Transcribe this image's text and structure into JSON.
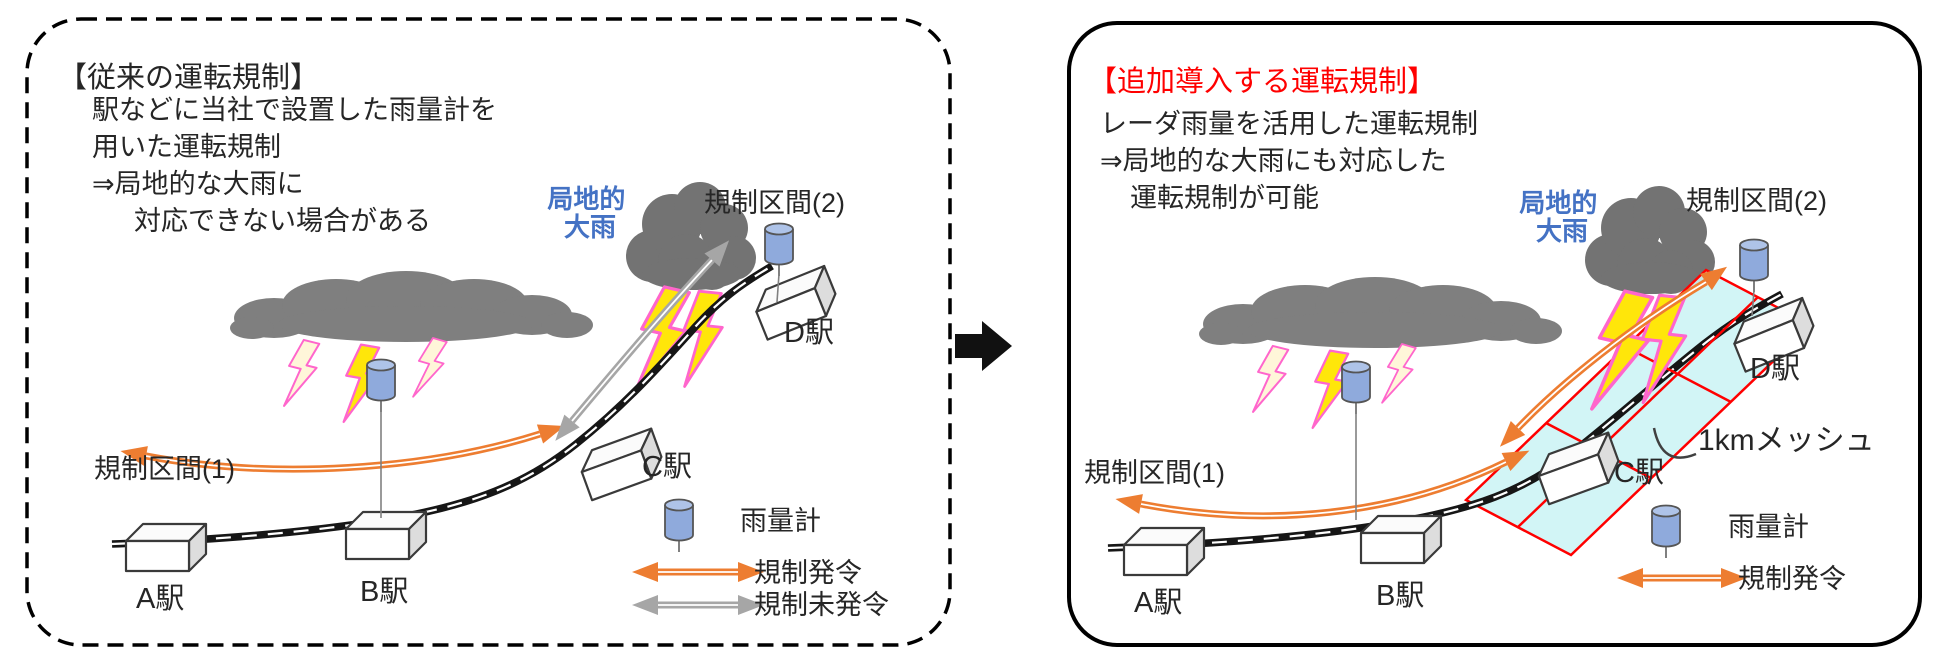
{
  "left_panel": {
    "title": "【従来の運転規制】",
    "description_lines": [
      "駅などに当社で設置した雨量計を",
      "用いた運転規制",
      "⇒局地的な大雨に",
      "対応できない場合がある"
    ],
    "labels": {
      "section1": "規制区間(1)",
      "section2": "規制区間(2)",
      "localized_rain": [
        "局地的",
        "大雨"
      ],
      "station_a": "A駅",
      "station_b": "B駅",
      "station_c": "C駅",
      "station_d": "D駅"
    },
    "legend": {
      "rain_gauge": "雨量計",
      "regulation_issued": "規制発令",
      "regulation_not_issued": "規制未発令"
    }
  },
  "right_panel": {
    "title": "【追加導入する運転規制】",
    "description_lines": [
      "レーダ雨量を活用した運転規制",
      "⇒局地的な大雨にも対応した",
      "運転規制が可能"
    ],
    "labels": {
      "section1": "規制区間(1)",
      "section2": "規制区間(2)",
      "localized_rain": [
        "局地的",
        "大雨"
      ],
      "mesh": "1kmメッシュ",
      "station_a": "A駅",
      "station_b": "B駅",
      "station_c": "C駅",
      "station_d": "D駅"
    },
    "legend": {
      "rain_gauge": "雨量計",
      "regulation_issued": "規制発令"
    }
  },
  "colors": {
    "regulation_issued_arrow": "#ED7D31",
    "regulation_not_issued_arrow": "#A6A6A6",
    "localized_rain_text": "#4472C4",
    "highlight_title": "#FF0000",
    "rain_gauge_fill": "#8FAADC",
    "mesh_fill": "#CDF4F5",
    "mesh_grid": "#FF0000",
    "cloud_gray": "#7A7A7A",
    "lightning_yellow": "#FFE60A",
    "lightning_outline": "#FF66CC"
  }
}
